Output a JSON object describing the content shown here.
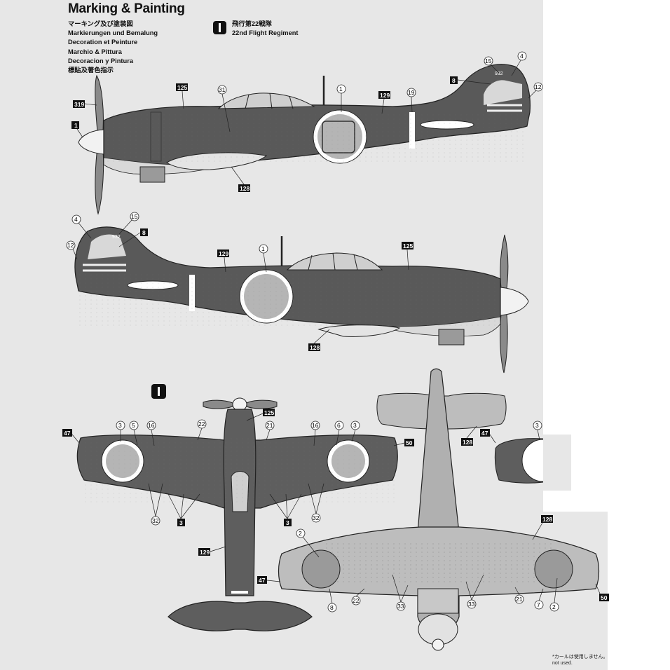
{
  "header": {
    "title": "Marking & Painting",
    "lines": [
      "マーキング及び塗装図",
      "Markierungen und Bemalung",
      "Decoration et Peinture",
      "Marchio & Pittura",
      "Decoracion y Pintura",
      "標貼及著色指示"
    ]
  },
  "regiment": {
    "badge": "I",
    "jp": "飛行第22戦隊",
    "en": "22nd Flight Regiment"
  },
  "tail_code": "932",
  "callouts": {
    "c125": "125",
    "c31": "31",
    "c1": "1",
    "c129": "129",
    "c19": "19",
    "c15": "15",
    "c4": "4",
    "c8": "8",
    "c12": "12",
    "c319": "319",
    "c1b": "1",
    "c128": "128",
    "c47": "47",
    "c3": "3",
    "c5": "5",
    "c16": "16",
    "c22": "22",
    "c21": "21",
    "c6": "6",
    "c50": "50",
    "c32": "32",
    "c2": "2",
    "c7": "7",
    "c33": "33"
  },
  "note": {
    "jp": "*カールは使用しません。",
    "en": "not used."
  }
}
